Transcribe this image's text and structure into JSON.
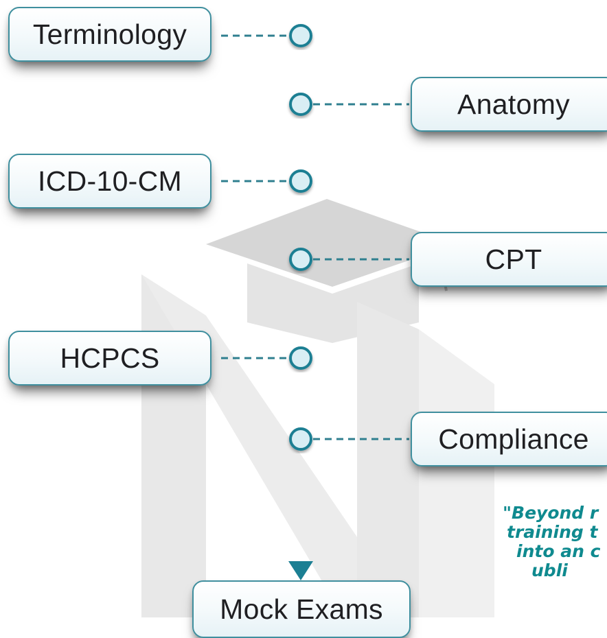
{
  "timeline": {
    "steps": [
      {
        "id": "terminology",
        "label": "Terminology",
        "side": "left"
      },
      {
        "id": "anatomy",
        "label": "Anatomy",
        "side": "right"
      },
      {
        "id": "icd",
        "label": "ICD-10-CM",
        "side": "left"
      },
      {
        "id": "cpt",
        "label": "CPT",
        "side": "right"
      },
      {
        "id": "hcpcs",
        "label": "HCPCS",
        "side": "left"
      },
      {
        "id": "compliance",
        "label": "Compliance",
        "side": "right"
      }
    ],
    "final_step": "Mock Exams"
  },
  "quote": {
    "lines": [
      "\"Beyond r",
      "training t",
      "into an c",
      "ubli"
    ]
  },
  "colors": {
    "line": "#1c7f93",
    "box_border": "#3f8f9e",
    "node_fill": "#d9eef4",
    "quote": "#0f8a8f",
    "watermark": "#e2e2e2"
  }
}
